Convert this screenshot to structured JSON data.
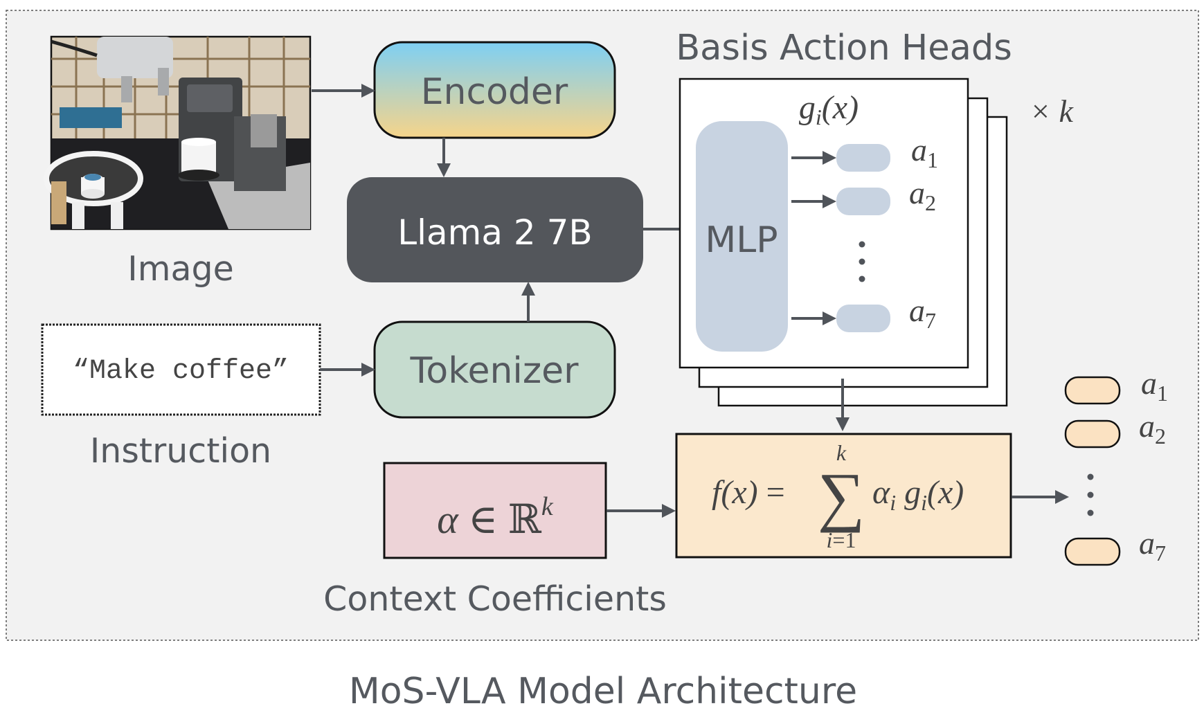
{
  "title": "MoS-VLA Model Architecture",
  "inputs": {
    "image_label": "Image",
    "instruction_label": "Instruction",
    "instruction_text": "“Make coffee”"
  },
  "blocks": {
    "encoder": "Encoder",
    "llm": "Llama 2 7B",
    "tokenizer": "Tokenizer",
    "mlp": "MLP"
  },
  "heads": {
    "title": "Basis Action Heads",
    "g_label": "g_i(x)",
    "times_k": "× k",
    "outputs": [
      "a1",
      "a2",
      "a7"
    ]
  },
  "context": {
    "label": "Context Coefficients",
    "alpha": "α ∈ ℝ^k"
  },
  "combination": {
    "formula": "f(x) = Σ_{i=1}^{k} α_i g_i(x)"
  },
  "final_outputs": [
    "a1",
    "a2",
    "a7"
  ],
  "colors": {
    "panel_bg": "#f2f2f2",
    "encoder_top": "#7ecff3",
    "encoder_bottom": "#f6d48a",
    "llm": "#53565b",
    "tokenizer": "#c6dccf",
    "mlp": "#c8d3e1",
    "context": "#edd3d7",
    "combination": "#fbe8cd",
    "output_pill": "#fbe2c2"
  }
}
